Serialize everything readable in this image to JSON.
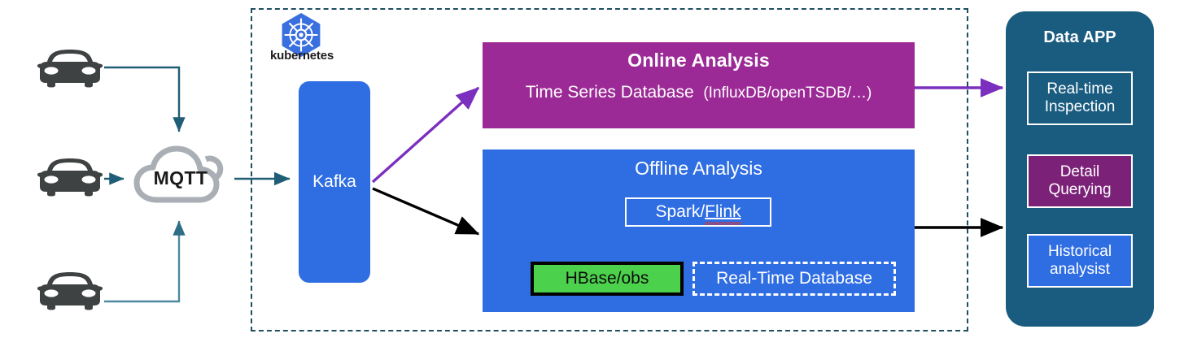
{
  "diagram": {
    "title": "IoT vehicle telemetry data pipeline architecture",
    "sources": {
      "devices": [
        {
          "icon": "car-icon",
          "label": ""
        },
        {
          "icon": "car-icon",
          "label": ""
        },
        {
          "icon": "car-icon",
          "label": ""
        }
      ],
      "broker": {
        "icon": "cloud-icon",
        "label": "MQTT"
      }
    },
    "platform": {
      "region_icon": "kubernetes-icon",
      "region_label": "kubernetes",
      "queue": {
        "label": "Kafka"
      },
      "online": {
        "title": "Online Analysis",
        "subtitle": "Time Series Database",
        "subtitle_paren": "(InfluxDB/openTSDB/…)"
      },
      "offline": {
        "title": "Offline Analysis",
        "engine_a": "Spark/",
        "engine_b": "Flink",
        "store_green": "HBase/obs",
        "store_dashed": "Real-Time Database"
      }
    },
    "consumer": {
      "title": "Data APP",
      "items": [
        {
          "label": "Real-time\nInspection",
          "line1": "Real-time",
          "line2": "Inspection"
        },
        {
          "label": "Detail\nQuerying",
          "line1": "Detail",
          "line2": "Querying"
        },
        {
          "label": "Historical\nanalysist",
          "line1": "Historical",
          "line2": "analysist"
        }
      ]
    },
    "colors": {
      "blue": "#2F6DE3",
      "magenta": "#9C2A96",
      "teal_panel": "#1A5C80",
      "purple_box": "#7B2178",
      "green_box": "#4CD14C",
      "car_gray": "#3F4243",
      "cloud_gray": "#A9AFB4",
      "connector_teal": "#1F5E76",
      "arrow_purple": "#7B2FBE",
      "arrow_black": "#000000",
      "dashed_region": "#1F4E5F",
      "spellcheck_red": "#E03030"
    }
  }
}
